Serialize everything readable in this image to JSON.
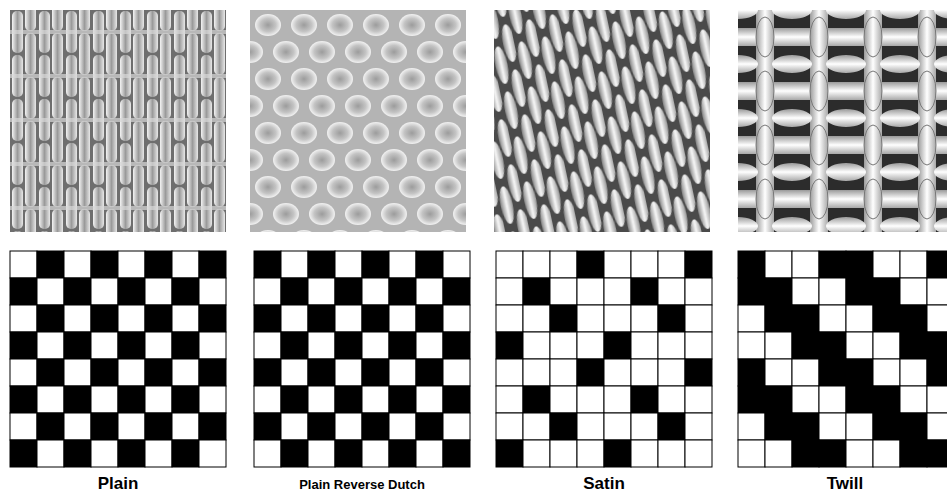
{
  "diagram": {
    "labels": [
      "Plain",
      "Plain Reverse Dutch",
      "Satin",
      "Twill"
    ]
  }
}
